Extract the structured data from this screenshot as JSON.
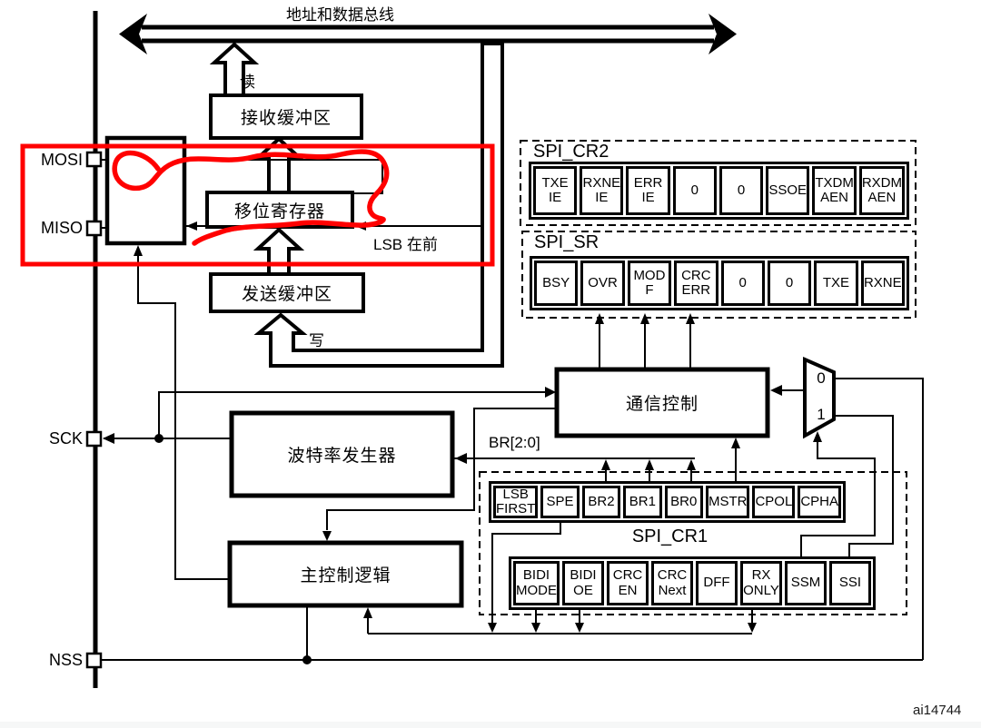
{
  "ui": {
    "bus_label": "地址和数据总线",
    "read_label": "读",
    "write_label": "写",
    "lsb_first_label": "LSB 在前",
    "br_label": "BR[2:0]",
    "mux_0": "0",
    "mux_1": "1",
    "figure_id": "ai14744",
    "annotation_color": "#ff0000",
    "boxes": {
      "receive_buffer": "接收缓冲区",
      "shift_register": "移位寄存器",
      "transmit_buffer": "发送缓冲区",
      "comm_control": "通信控制",
      "baud_gen": "波特率发生器",
      "master_logic": "主控制逻辑"
    },
    "pins": {
      "mosi": "MOSI",
      "miso": "MISO",
      "sck": "SCK",
      "nss": "NSS"
    }
  },
  "registers": {
    "cr2": {
      "title": "SPI_CR2",
      "cells": [
        "TXE\nIE",
        "RXNE\nIE",
        "ERR\nIE",
        "0",
        "0",
        "SSOE",
        "TXDM\nAEN",
        "RXDM\nAEN"
      ]
    },
    "sr": {
      "title": "SPI_SR",
      "cells": [
        "BSY",
        "OVR",
        "MOD\nF",
        "CRC\nERR",
        "0",
        "0",
        "TXE",
        "RXNE"
      ]
    },
    "cr1": {
      "title": "SPI_CR1",
      "row1": [
        "LSB\nFIRST",
        "SPE",
        "BR2",
        "BR1",
        "BR0",
        "MSTR",
        "CPOL",
        "CPHA"
      ],
      "row2": [
        "BIDI\nMODE",
        "BIDI\nOE",
        "CRC\nEN",
        "CRC\nNext",
        "DFF",
        "RX\nONLY",
        "SSM",
        "SSI"
      ]
    }
  }
}
